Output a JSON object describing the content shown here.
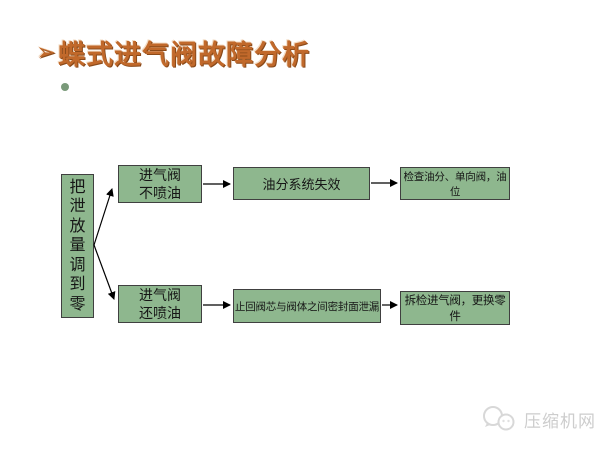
{
  "slide": {
    "bullet": "➢",
    "title": "蝶式进气阀故障分析"
  },
  "flowchart": {
    "root_label": "把泄放量调到零",
    "branches": [
      {
        "condition_line1": "进气阀",
        "condition_line2": "不喷油",
        "cause": "油分系统失效",
        "action": "检查油分、单向阀，油位"
      },
      {
        "condition_line1": "进气阀",
        "condition_line2": "还喷油",
        "cause": "止回阀芯与阀体之间密封面泄漏",
        "action": "拆检进气阀，更换零件"
      }
    ]
  },
  "watermark": {
    "label": "压缩机网"
  },
  "colors": {
    "box_fill": "#8eb78e",
    "box_border": "#404040",
    "title_color": "#c1692b",
    "bullet_dot": "#7a9a7a",
    "watermark_text": "#cdcdcd"
  }
}
